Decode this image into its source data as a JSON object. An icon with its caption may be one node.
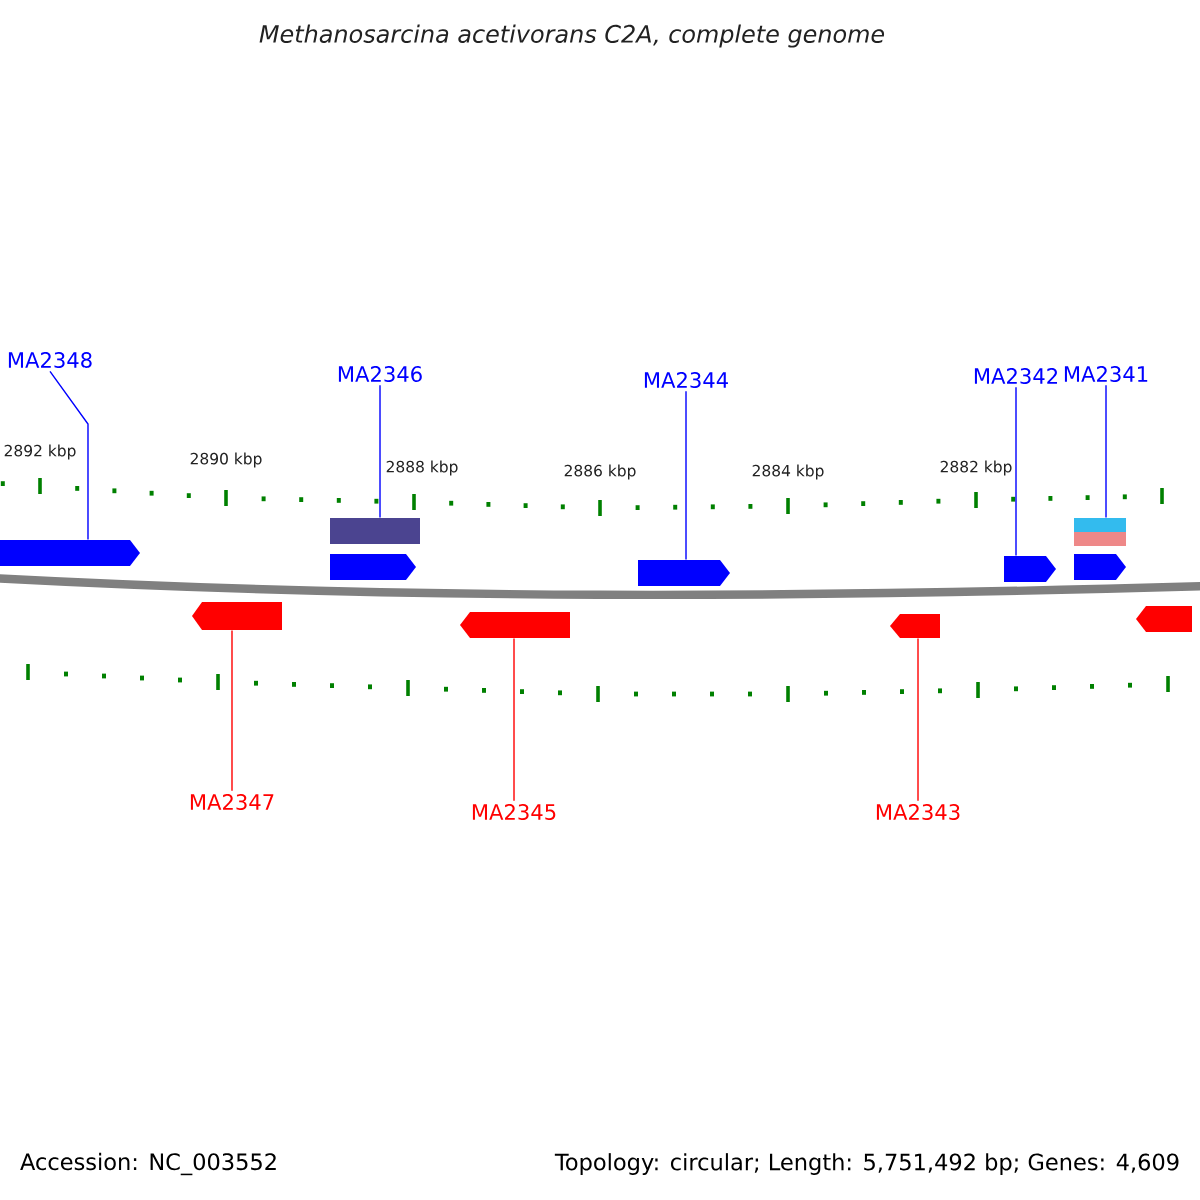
{
  "diagram": {
    "title": "Methanosarcina acetivorans C2A, complete genome",
    "nodes": [
      {
        "text": [
          "MA2348"
        ]
      },
      {
        "text": [
          "MA2346"
        ]
      },
      {
        "text": [
          "MA2344"
        ]
      },
      {
        "text": [
          "MA2342"
        ]
      },
      {
        "text": [
          "MA2341"
        ]
      },
      {
        "text": [
          "MA2347"
        ]
      },
      {
        "text": [
          "MA2345"
        ]
      },
      {
        "text": [
          "MA2343"
        ]
      },
      {
        "text": [],
        "shape": "arrow"
      },
      {
        "text": [],
        "shape": "bar"
      },
      {
        "text": [],
        "shape": "arrow"
      },
      {
        "text": [],
        "shape": "arrow"
      },
      {
        "text": [],
        "shape": "arrow"
      },
      {
        "text": [],
        "shape": "bar"
      },
      {
        "text": [],
        "shape": "arrow"
      },
      {
        "text": [],
        "shape": "arrow"
      },
      {
        "text": [],
        "shape": "arrow"
      },
      {
        "text": [],
        "shape": "arrow"
      },
      {
        "text": [],
        "shape": "arrow"
      }
    ],
    "edges": [
      {
        "from": 0,
        "to": 8,
        "arrow": "none"
      },
      {
        "from": 1,
        "to": 9,
        "arrow": "none"
      },
      {
        "from": 2,
        "to": 11,
        "arrow": "none"
      },
      {
        "from": 3,
        "to": 12,
        "arrow": "none"
      },
      {
        "from": 4,
        "to": 13,
        "arrow": "none"
      },
      {
        "from": 5,
        "to": 15,
        "arrow": "none",
        "color": "#ff0000"
      },
      {
        "from": 6,
        "to": 16,
        "arrow": "none",
        "color": "#ff0000"
      },
      {
        "from": 7,
        "to": 17,
        "arrow": "none",
        "color": "#ff0000"
      }
    ],
    "labels": [
      "2892 kbp",
      "2890 kbp",
      "2888 kbp",
      "2886 kbp",
      "2884 kbp",
      "2882 kbp",
      "Accession: NC_003552",
      "Topology: circular; Length: 5,751,492 bp; Genes: 4,609"
    ]
  }
}
